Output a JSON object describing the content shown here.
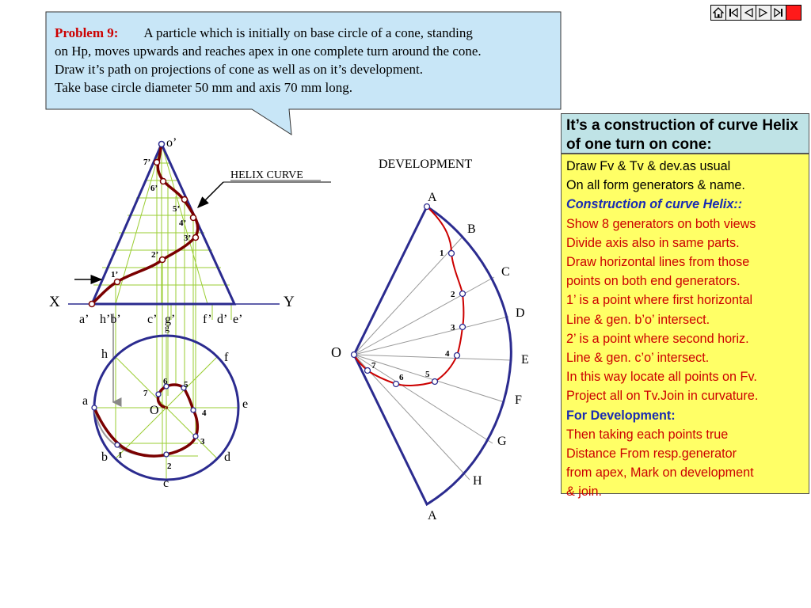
{
  "nav": {
    "buttons": [
      {
        "name": "home-icon"
      },
      {
        "name": "first-slide-icon"
      },
      {
        "name": "previous-slide-icon"
      },
      {
        "name": "next-slide-icon"
      },
      {
        "name": "last-slide-icon"
      },
      {
        "name": "stop-icon"
      }
    ],
    "colors": {
      "stop": "#ff1a1a"
    }
  },
  "problem": {
    "label": "Problem 9:",
    "lines": [
      "A particle which is initially on base circle of a cone, standing",
      "on Hp, moves upwards and reaches apex in one complete turn around the cone.",
      "Draw it’s path on projections of cone as well as on it’s development.",
      "Take base circle diameter 50 mm and axis 70 mm long."
    ]
  },
  "panel": {
    "title": "It’s a construction of curve Helix of one turn on cone:",
    "lines": [
      {
        "text": "Draw Fv & Tv  & dev.as usual",
        "style": "black"
      },
      {
        "text": "On all form generators & name.",
        "style": "black"
      },
      {
        "text": "Construction of curve Helix::",
        "style": "blue"
      },
      {
        "text": "Show 8 generators on both views",
        "style": "red"
      },
      {
        "text": "Divide axis also in same parts.",
        "style": "red"
      },
      {
        "text": "Draw horizontal lines from those",
        "style": "red"
      },
      {
        "text": "points on both end generators.",
        "style": "red"
      },
      {
        "text": "1’ is a point where first horizontal",
        "style": "red"
      },
      {
        "text": "Line & gen. b’o’ intersect.",
        "style": "red"
      },
      {
        "text": "2’ is a point where second horiz.",
        "style": "red"
      },
      {
        "text": "Line & gen. c’o’ intersect.",
        "style": "red"
      },
      {
        "text": "In this way locate all points on Fv.",
        "style": "red"
      },
      {
        "text": "Project all on Tv.Join in curvature.",
        "style": "red"
      },
      {
        "text": "For Development:",
        "style": "blue-b"
      },
      {
        "text": "Then taking each points true",
        "style": "red"
      },
      {
        "text": "Distance From resp.generator",
        "style": "red"
      },
      {
        "text": "from apex, Mark on development",
        "style": "red"
      },
      {
        "text": "& join.",
        "style": "red"
      }
    ],
    "colors": {
      "title_bg": "#bfe3e6",
      "body_bg": "#ffff66",
      "text": "#cc0000",
      "heading": "#1a2bb3"
    }
  },
  "front_view": {
    "apex_label": "o’",
    "x_label": "X",
    "y_label": "Y",
    "base_labels": [
      "a’",
      "h’b’",
      "c’",
      "g’",
      "f’",
      "d’",
      "e’"
    ],
    "extra_label": "g",
    "helix_label": "HELIX  CURVE",
    "point_labels": [
      "1’",
      "2’",
      "3’",
      "4’",
      "5’",
      "6’",
      "7’"
    ]
  },
  "top_view": {
    "center_label": "O",
    "circle_labels": [
      "a",
      "b",
      "c",
      "d",
      "e",
      "f",
      "h"
    ],
    "point_labels": [
      "1",
      "2",
      "3",
      "4",
      "5",
      "6",
      "7"
    ]
  },
  "development": {
    "title": "DEVELOPMENT",
    "apex_label": "O",
    "arc_labels": [
      "A",
      "B",
      "C",
      "D",
      "E",
      "F",
      "G",
      "H",
      "A"
    ],
    "point_labels": [
      "1",
      "2",
      "3",
      "4",
      "5",
      "6",
      "7"
    ]
  },
  "colors": {
    "outline": "#2b2b8f",
    "helix": "#7a0000",
    "dev_curve": "#cc0000",
    "construct": "#9acd32",
    "generator": "#999999",
    "callout_bg": "#c8e6f7"
  }
}
